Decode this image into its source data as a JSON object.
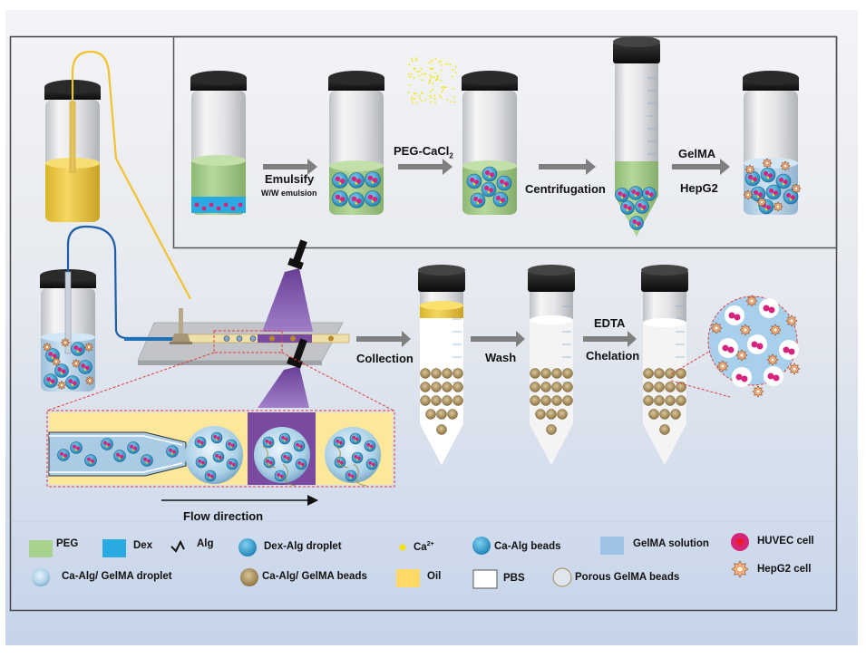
{
  "figure": {
    "top_workflow": {
      "steps": [
        {
          "label": "Emulsify",
          "sublabel": "W/W emulsion"
        },
        {
          "label": "PEG-CaCl",
          "subscript": "2"
        },
        {
          "label": "Centrifugation"
        },
        {
          "label": "GelMA",
          "sublabel": "HepG2"
        }
      ]
    },
    "bottom_workflow": {
      "steps": [
        {
          "label": "Collection"
        },
        {
          "label": "Wash"
        },
        {
          "label": "EDTA",
          "sublabel": "Chelation"
        }
      ],
      "flow_label": "Flow direction"
    },
    "legend": {
      "items": [
        {
          "key": "peg",
          "label": "PEG",
          "color": "#a9d18e",
          "icon": "square-swatch"
        },
        {
          "key": "dex",
          "label": "Dex",
          "color": "#29abe2",
          "icon": "square-swatch"
        },
        {
          "key": "alg",
          "label": "Alg",
          "icon": "squiggle-icon"
        },
        {
          "key": "dex_alg_droplet",
          "label": "Dex-Alg droplet",
          "icon": "droplet-icon"
        },
        {
          "key": "ca",
          "label": "Ca",
          "superscript": "2+",
          "color": "#f2e600",
          "icon": "dot-icon"
        },
        {
          "key": "ca_alg_beads",
          "label": "Ca-Alg beads",
          "icon": "bead-icon"
        },
        {
          "key": "gelma_solution",
          "label": "GelMA solution",
          "color": "#9dc3e6",
          "icon": "square-swatch"
        },
        {
          "key": "huvec_cell",
          "label": "HUVEC cell",
          "color": "#d6247d",
          "icon": "cell-icon"
        },
        {
          "key": "ca_alg_gelma_droplet",
          "label": "Ca-Alg/ GelMA droplet",
          "icon": "droplet-icon"
        },
        {
          "key": "ca_alg_gelma_beads",
          "label": "Ca-Alg/ GelMA beads",
          "icon": "bead-icon"
        },
        {
          "key": "oil",
          "label": "Oil",
          "color": "#ffd966",
          "icon": "square-swatch"
        },
        {
          "key": "pbs",
          "label": "PBS",
          "color": "#ffffff",
          "icon": "square-swatch"
        },
        {
          "key": "porous_gelma_beads",
          "label": "Porous GelMA beads",
          "icon": "bead-icon"
        },
        {
          "key": "hepg2_cell",
          "label": "HepG2 cell",
          "color": "#f4b183",
          "icon": "star-cell-icon"
        }
      ]
    },
    "colors": {
      "peg": "#a9d18e",
      "dex": "#29abe2",
      "oil": "#ffd966",
      "uv": "#7a4aa0",
      "huvec": "#d6247d",
      "hepg2": "#f4b183",
      "gelma": "#9dc3e6",
      "arrow": "#7f7f7f"
    }
  }
}
